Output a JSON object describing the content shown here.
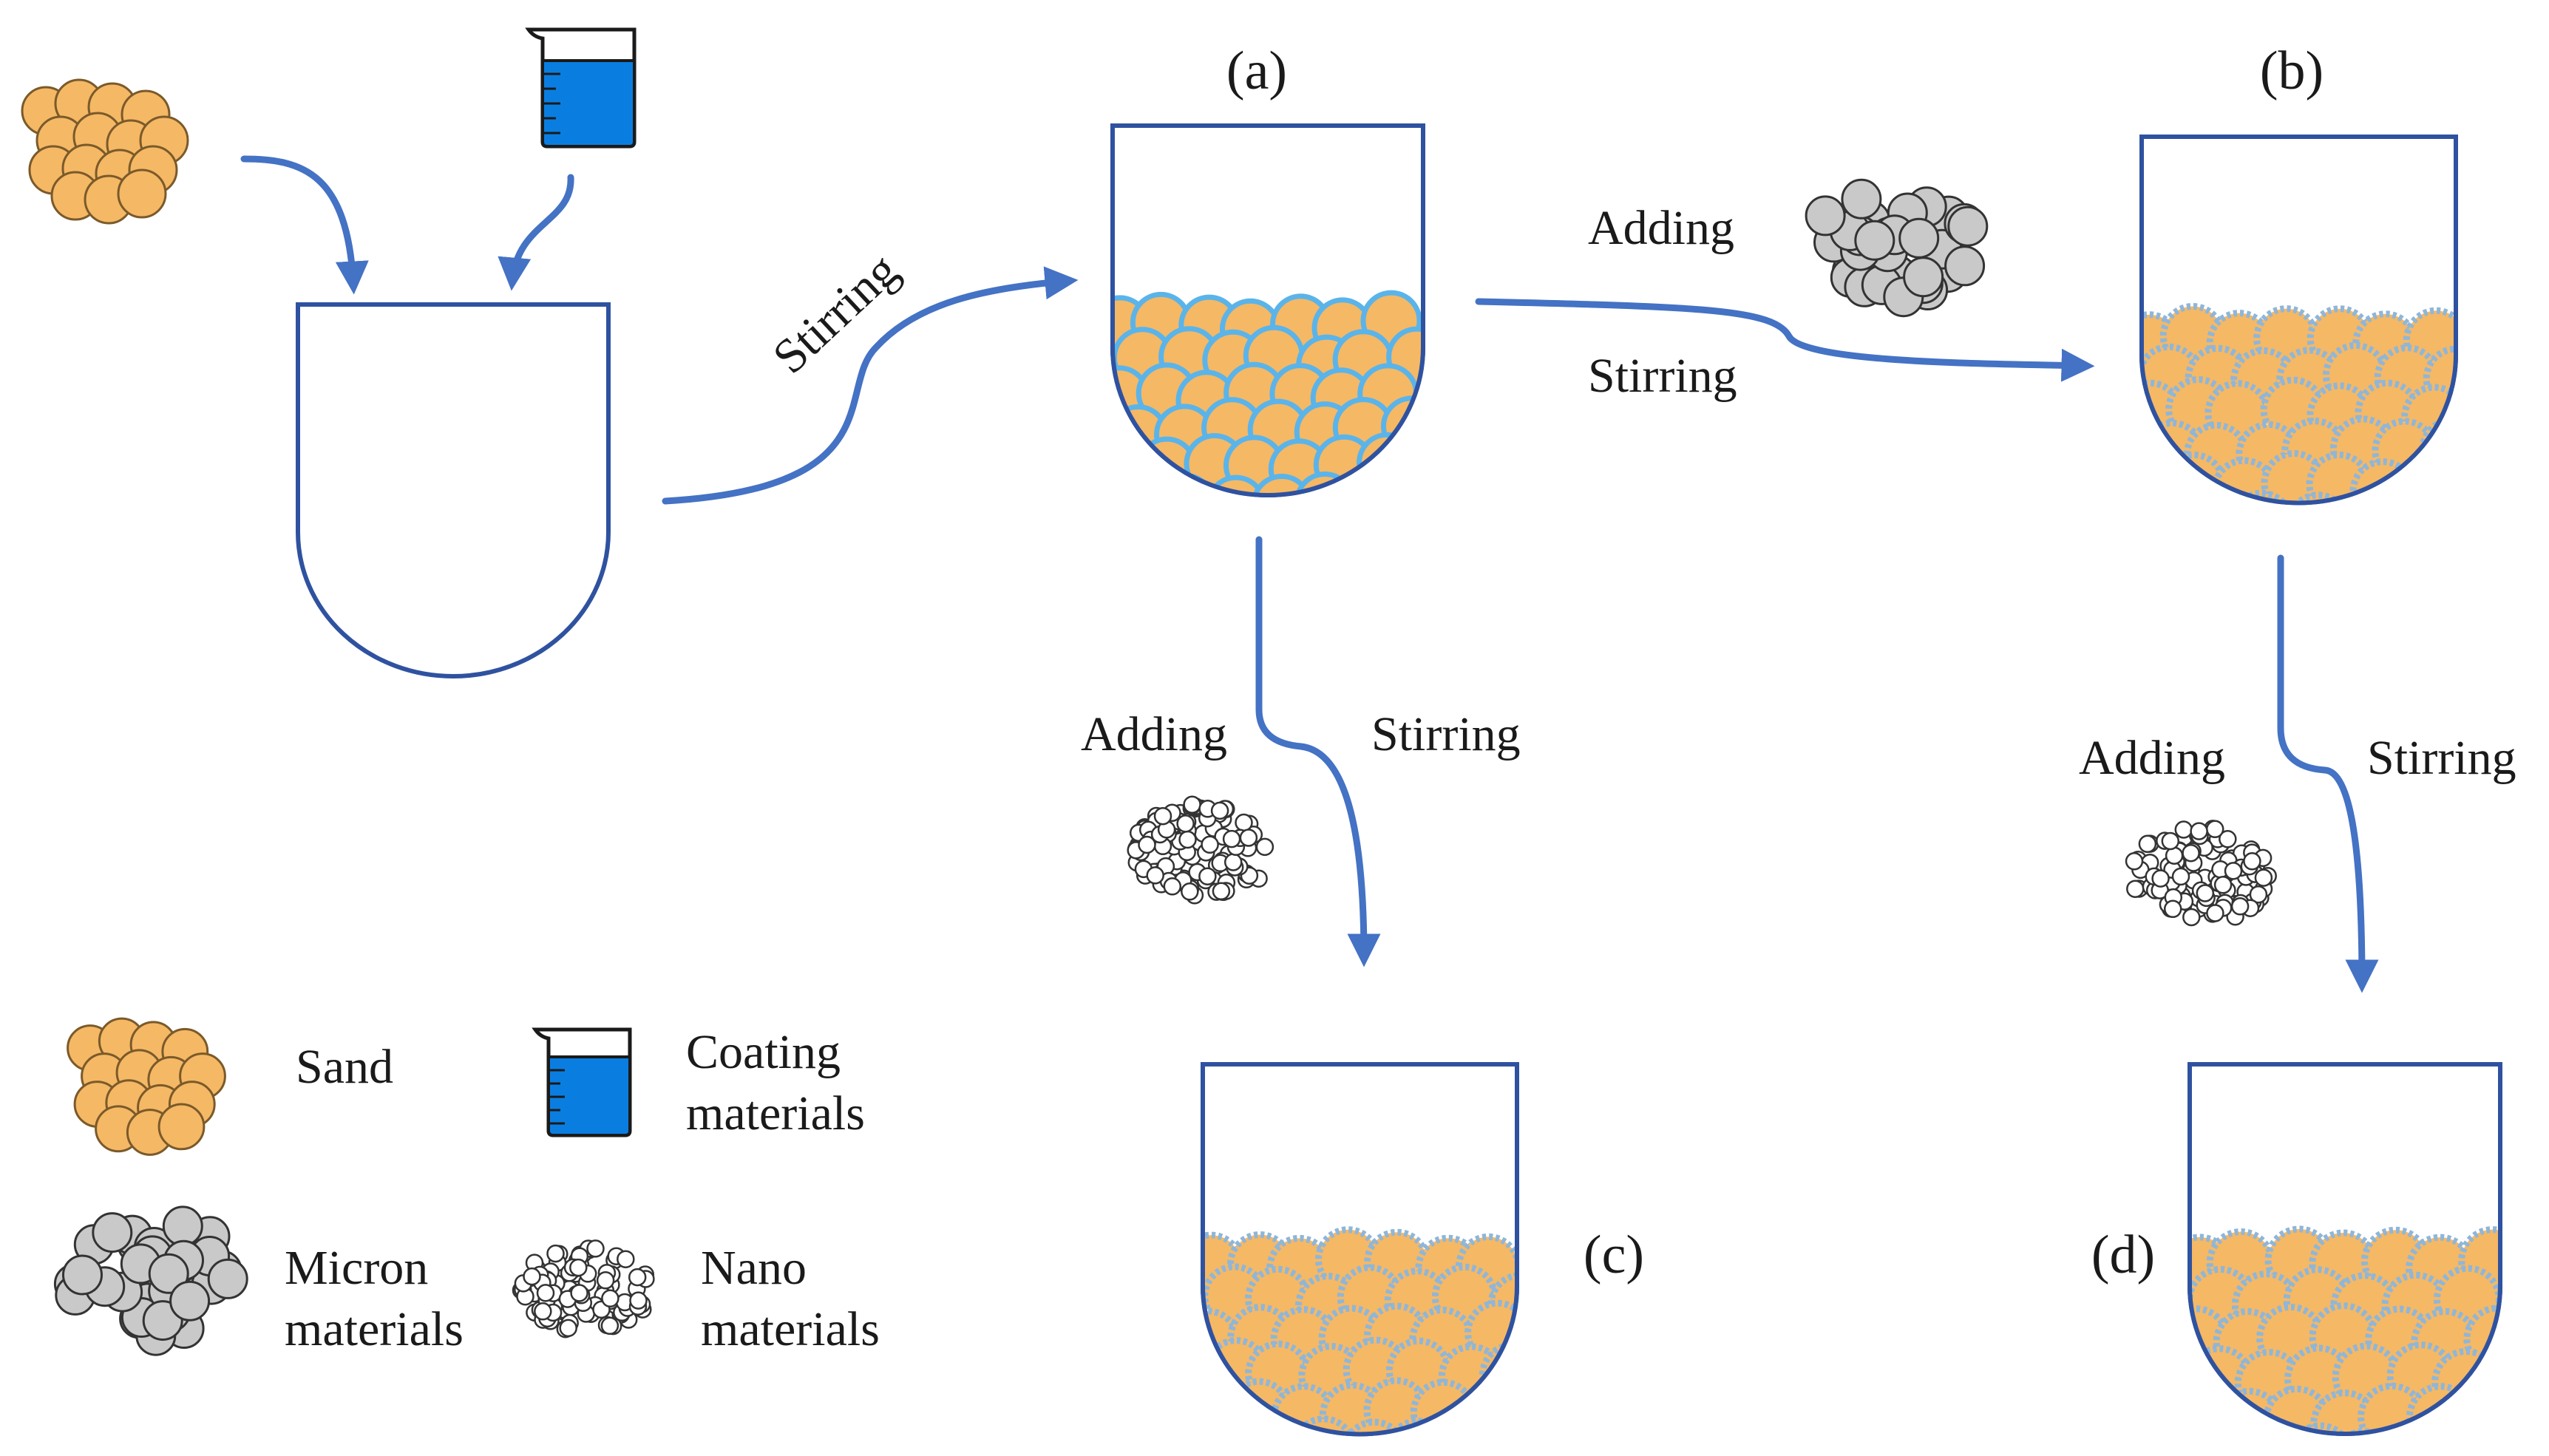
{
  "diagram": {
    "panels": {
      "a": "(a)",
      "b": "(b)",
      "c": "(c)",
      "d": "(d)"
    },
    "steps": {
      "stir_initial": "Stirring",
      "a_to_b_add": "Adding",
      "a_to_b_stir": "Stirring",
      "a_to_c_add": "Adding",
      "a_to_c_stir": "Stirring",
      "b_to_d_add": "Adding",
      "b_to_d_stir": "Stirring"
    },
    "legend": {
      "sand": "Sand",
      "coating_line1": "Coating",
      "coating_line2": "materials",
      "micron_line1": "Micron",
      "micron_line2": "materials",
      "nano_line1": "Nano",
      "nano_line2": "materials"
    },
    "colors": {
      "sand": "#f5b865",
      "coating_liquid": "#0a7ee0",
      "flow_arrow": "#4472c4",
      "beaker_outline": "#2f52a0",
      "micron_particle": "#c9c9c9",
      "nano_particle": "#ffffff"
    }
  }
}
